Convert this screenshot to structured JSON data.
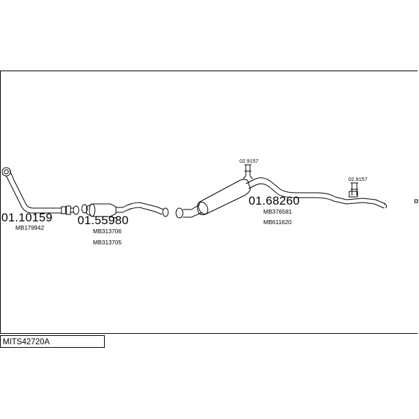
{
  "drawing_code": "MITS42720A",
  "parts": [
    {
      "number": "01.10159",
      "refs": [
        "MB179942"
      ]
    },
    {
      "number": "01.55980",
      "refs": [
        "MB313706",
        "MB313705"
      ]
    },
    {
      "number": "01.68260",
      "refs": [
        "MB376581",
        "MB611620"
      ]
    }
  ],
  "hangers": [
    {
      "number": "02.9157"
    },
    {
      "number": "02.9157"
    }
  ],
  "colors": {
    "line": "#000000",
    "background": "#ffffff"
  }
}
